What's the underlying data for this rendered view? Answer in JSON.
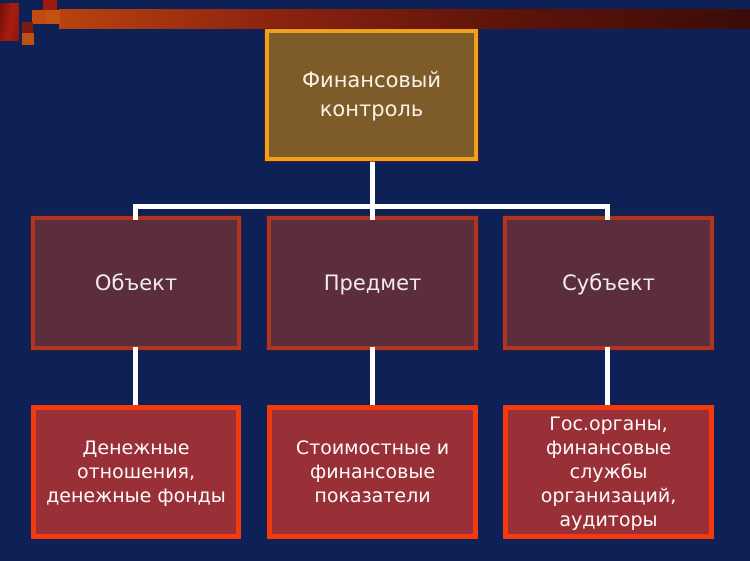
{
  "slide": {
    "kind": "presentation-slide-diagram",
    "colors": {
      "background": "#0e2157",
      "banner_gradient_left": "#b8430f",
      "banner_gradient_right": "#3c0c08",
      "accent_squares": [
        "#9c1b0e",
        "#bf4b12",
        "#c25112",
        "#bf5010",
        "#7d1a10"
      ],
      "root_fill": "#7d5c2a",
      "root_border": "#f0a11c",
      "level2_fill": "#5c2e3b",
      "level2_border": "#ae3523",
      "level3_fill": "#993037",
      "level3_border": "#f5380e",
      "connector": "#ffffff"
    }
  },
  "org_chart": {
    "root": {
      "label_lines": [
        "Финансовый",
        "контроль"
      ]
    },
    "middle_row": [
      {
        "label": "Объект"
      },
      {
        "label": "Предмет"
      },
      {
        "label": "Субъект"
      }
    ],
    "bottom_row": [
      {
        "label_lines": [
          "Денежные",
          "отношения,",
          "денежные фонды"
        ]
      },
      {
        "label_lines": [
          "Стоимостные и",
          "финансовые",
          "показатели"
        ]
      },
      {
        "label_lines": [
          "Гос.органы,",
          "финансовые службы",
          "организаций,",
          "аудиторы"
        ]
      }
    ]
  }
}
